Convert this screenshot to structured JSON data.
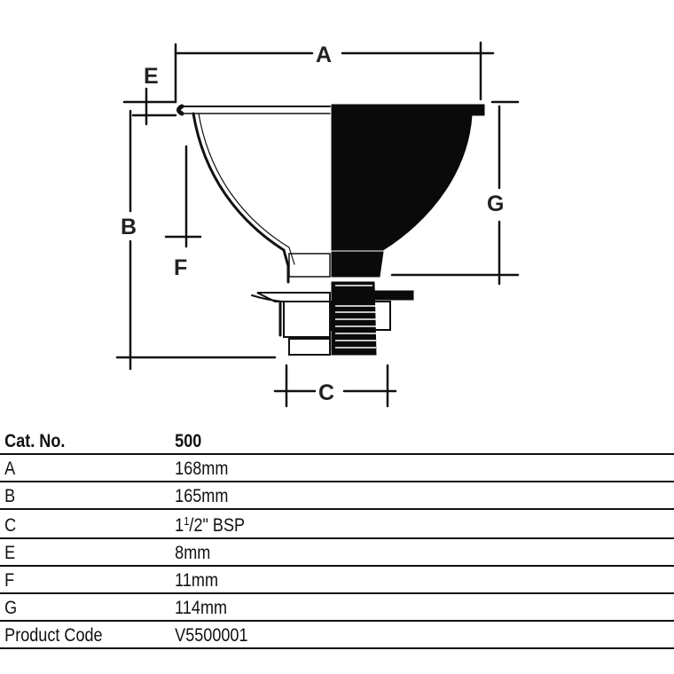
{
  "dimension_labels": {
    "a": "A",
    "b": "B",
    "c": "C",
    "e": "E",
    "f": "F",
    "g": "G"
  },
  "table": {
    "header": {
      "label": "Cat. No.",
      "value": "500"
    },
    "rows": [
      {
        "label": "A",
        "value": "168mm"
      },
      {
        "label": "B",
        "value": "165mm"
      },
      {
        "label": "C",
        "value_whole": "1",
        "value_num": "1",
        "value_den": "/2",
        "value_unit": "\" BSP"
      },
      {
        "label": "E",
        "value": "8mm"
      },
      {
        "label": "F",
        "value": "11mm"
      },
      {
        "label": "G",
        "value": "114mm"
      },
      {
        "label": "Product Code",
        "value": "V5500001"
      }
    ]
  }
}
